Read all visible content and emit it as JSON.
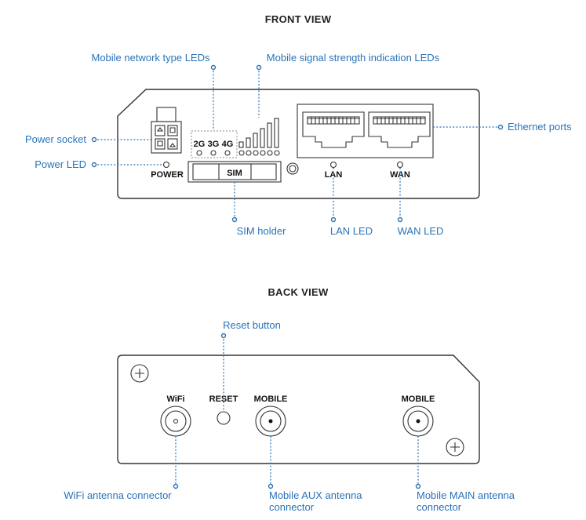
{
  "front": {
    "title": "FRONT VIEW",
    "labels": {
      "network_type_leds": "Mobile network type LEDs",
      "signal_leds": "Mobile signal strength indication LEDs",
      "power_socket": "Power socket",
      "power_led": "Power LED",
      "ethernet_ports": "Ethernet ports",
      "sim_holder": "SIM holder",
      "lan_led": "LAN LED",
      "wan_led": "WAN LED"
    },
    "device_text": {
      "power": "POWER",
      "sim": "SIM",
      "g2": "2G",
      "g3": "3G",
      "g4": "4G",
      "lan": "LAN",
      "wan": "WAN"
    }
  },
  "back": {
    "title": "BACK VIEW",
    "labels": {
      "reset_button": "Reset button",
      "wifi_connector": "WiFi antenna connector",
      "aux_line1": "Mobile AUX antenna",
      "aux_line2": "connector",
      "main_line1": "Mobile MAIN antenna",
      "main_line2": "connector"
    },
    "device_text": {
      "wifi": "WiFi",
      "reset": "RESET",
      "mobile_aux": "MOBILE",
      "mobile_main": "MOBILE"
    }
  },
  "colors": {
    "label": "#2a73b8",
    "outline": "#333333"
  }
}
